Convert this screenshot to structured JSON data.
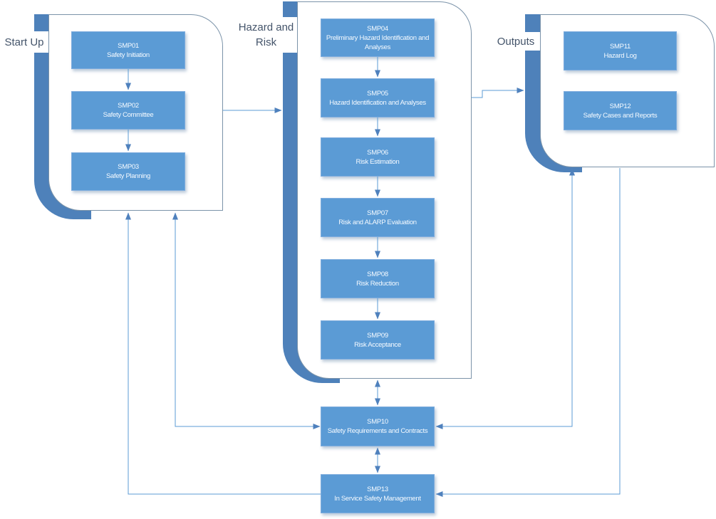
{
  "groups": {
    "startup": {
      "label": "Start Up",
      "nodes": [
        "SMP01",
        "SMP02",
        "SMP03"
      ]
    },
    "hazard_risk": {
      "label": "Hazard and Risk",
      "nodes": [
        "SMP04",
        "SMP05",
        "SMP06",
        "SMP07",
        "SMP08",
        "SMP09"
      ]
    },
    "outputs": {
      "label": "Outputs",
      "nodes": [
        "SMP11",
        "SMP12"
      ]
    }
  },
  "nodes": {
    "smp01": {
      "code": "SMP01",
      "name": "Safety Initiation"
    },
    "smp02": {
      "code": "SMP02",
      "name": "Safety Committee"
    },
    "smp03": {
      "code": "SMP03",
      "name": "Safety Planning"
    },
    "smp04": {
      "code": "SMP04",
      "name": "Preliminary Hazard Identification and Analyses"
    },
    "smp05": {
      "code": "SMP05",
      "name": "Hazard Identification and Analyses"
    },
    "smp06": {
      "code": "SMP06",
      "name": "Risk Estimation"
    },
    "smp07": {
      "code": "SMP07",
      "name": "Risk and ALARP Evaluation"
    },
    "smp08": {
      "code": "SMP08",
      "name": "Risk Reduction"
    },
    "smp09": {
      "code": "SMP09",
      "name": "Risk Acceptance"
    },
    "smp10": {
      "code": "SMP10",
      "name": "Safety Requirements and Contracts"
    },
    "smp11": {
      "code": "SMP11",
      "name": "Hazard Log"
    },
    "smp12": {
      "code": "SMP12",
      "name": "Safety Cases and Reports"
    },
    "smp13": {
      "code": "SMP13",
      "name": "In Service Safety Management"
    }
  },
  "edges": [
    {
      "from": "SMP01",
      "to": "SMP02",
      "bidirectional": false
    },
    {
      "from": "SMP02",
      "to": "SMP03",
      "bidirectional": false
    },
    {
      "from": "SMP04",
      "to": "SMP05",
      "bidirectional": false
    },
    {
      "from": "SMP05",
      "to": "SMP06",
      "bidirectional": false
    },
    {
      "from": "SMP06",
      "to": "SMP07",
      "bidirectional": false
    },
    {
      "from": "SMP07",
      "to": "SMP08",
      "bidirectional": false
    },
    {
      "from": "SMP08",
      "to": "SMP09",
      "bidirectional": false
    },
    {
      "from": "Start Up group",
      "to": "Hazard and Risk group",
      "bidirectional": false
    },
    {
      "from": "Hazard and Risk group",
      "to": "Outputs group",
      "bidirectional": false
    },
    {
      "from": "Hazard and Risk group",
      "to": "SMP10",
      "bidirectional": true
    },
    {
      "from": "SMP10",
      "to": "SMP13",
      "bidirectional": true
    },
    {
      "from": "SMP10",
      "to": "Start Up group",
      "bidirectional": true
    },
    {
      "from": "SMP13",
      "to": "Start Up group",
      "bidirectional": false
    },
    {
      "from": "Outputs group",
      "to": "SMP10",
      "bidirectional": true
    },
    {
      "from": "Outputs group",
      "to": "SMP13",
      "bidirectional": false
    }
  ],
  "colors": {
    "box_fill": "#5B9BD5",
    "box_text": "#F5FAFF",
    "ribbon": "#4E81BA",
    "panel_border": "#7B93A9",
    "connector": "#5B9BD5",
    "arrowhead": "#4F81BD",
    "group_label_text": "#44546A",
    "background": "#FFFFFF"
  }
}
